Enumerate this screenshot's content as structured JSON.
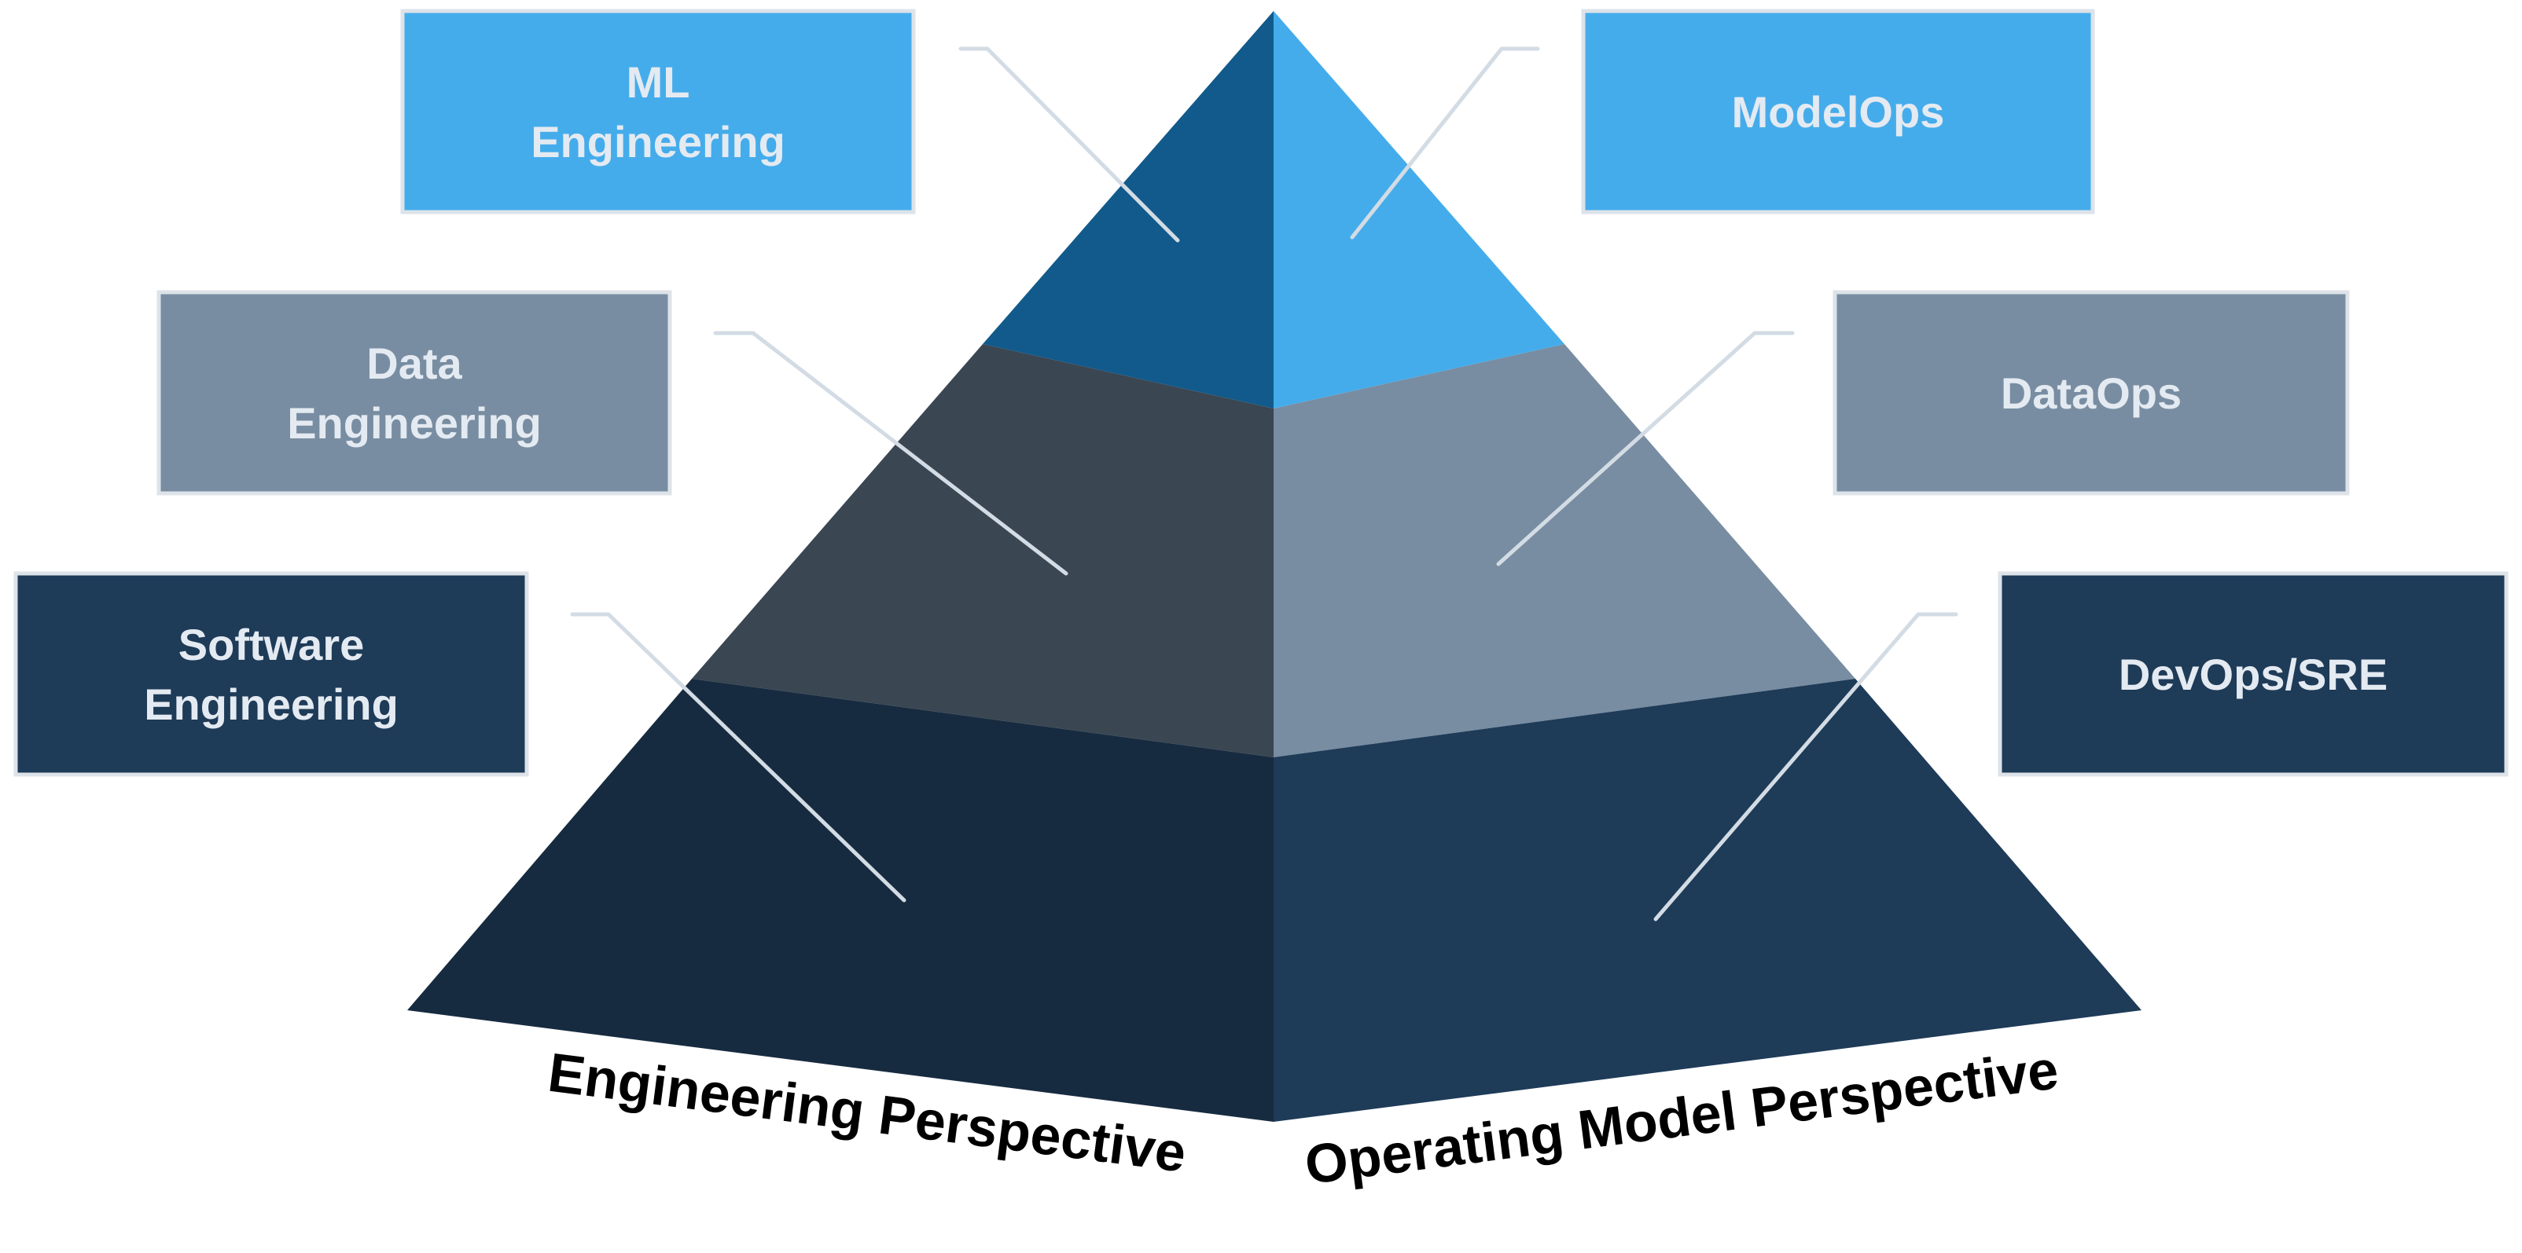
{
  "colors": {
    "ml_engineering_face": "#115a8b",
    "modelops_face": "#45aceb",
    "data_engineering_face": "#3a4652",
    "dataops_face": "#788da2",
    "software_engineering_face": "#172b40",
    "devops_face": "#1e3b58",
    "label_text": "#e4eaf1",
    "leader_line": "#d3dce4",
    "perspective_text": "#000000"
  },
  "left_labels": [
    {
      "id": "ml",
      "lines": [
        "ML",
        "Engineering"
      ],
      "color": "#45aceb"
    },
    {
      "id": "data",
      "lines": [
        "Data",
        "Engineering"
      ],
      "color": "#788da2"
    },
    {
      "id": "software",
      "lines": [
        "Software",
        "Engineering"
      ],
      "color": "#1e3b58"
    }
  ],
  "right_labels": [
    {
      "id": "modelops",
      "lines": [
        "ModelOps"
      ],
      "color": "#45aceb"
    },
    {
      "id": "dataops",
      "lines": [
        "DataOps"
      ],
      "color": "#788da2"
    },
    {
      "id": "devops",
      "lines": [
        "DevOps/SRE"
      ],
      "color": "#1e3b58"
    }
  ],
  "perspectives": {
    "left": "Engineering Perspective",
    "right": "Operating Model Perspective"
  }
}
